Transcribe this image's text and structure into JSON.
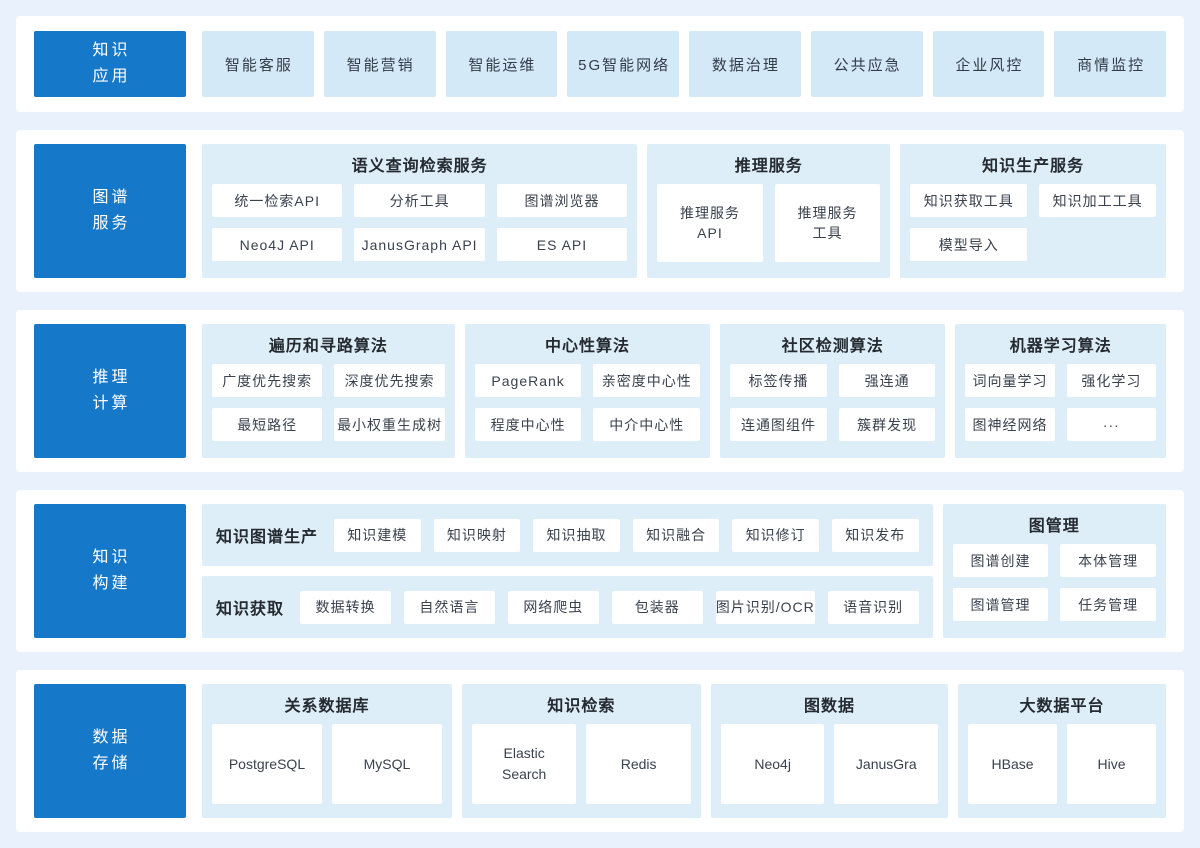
{
  "colors": {
    "page_bg": "#e9f2fc",
    "band_bg": "#ffffff",
    "accent_blue": "#1678c8",
    "tile_blue": "#d4e9f8",
    "group_blue": "#ddeef9",
    "text_dark": "#3a424e"
  },
  "band1": {
    "label1": "知识",
    "label2": "应用",
    "tiles": [
      "智能客服",
      "智能营销",
      "智能运维",
      "5G智能网络",
      "数据治理",
      "公共应急",
      "企业风控",
      "商情监控"
    ]
  },
  "band2": {
    "label1": "图谱",
    "label2": "服务",
    "g1": {
      "title": "语义查询检索服务",
      "b1": "统一检索API",
      "b2": "分析工具",
      "b3": "图谱浏览器",
      "b4": "Neo4J API",
      "b5": "JanusGraph API",
      "b6": "ES API"
    },
    "g2": {
      "title": "推理服务",
      "b1a": "推理服务",
      "b1b": "API",
      "b2a": "推理服务",
      "b2b": "工具"
    },
    "g3": {
      "title": "知识生产服务",
      "b1": "知识获取工具",
      "b2": "知识加工工具",
      "b3": "模型导入"
    }
  },
  "band3": {
    "label1": "推理",
    "label2": "计算",
    "g1": {
      "title": "遍历和寻路算法",
      "b1": "广度优先搜索",
      "b2": "深度优先搜索",
      "b3": "最短路径",
      "b4": "最小权重生成树"
    },
    "g2": {
      "title": "中心性算法",
      "b1": "PageRank",
      "b2": "亲密度中心性",
      "b3": "程度中心性",
      "b4": "中介中心性"
    },
    "g3": {
      "title": "社区检测算法",
      "b1": "标签传播",
      "b2": "强连通",
      "b3": "连通图组件",
      "b4": "簇群发现"
    },
    "g4": {
      "title": "机器学习算法",
      "b1": "词向量学习",
      "b2": "强化学习",
      "b3": "图神经网络",
      "b4": "···"
    }
  },
  "band4": {
    "label1": "知识",
    "label2": "构建",
    "row1": {
      "title": "知识图谱生产",
      "b1": "知识建模",
      "b2": "知识映射",
      "b3": "知识抽取",
      "b4": "知识融合",
      "b5": "知识修订",
      "b6": "知识发布"
    },
    "row2": {
      "title": "知识获取",
      "b1": "数据转换",
      "b2": "自然语言",
      "b3": "网络爬虫",
      "b4": "包装器",
      "b5": "图片识别/OCR",
      "b6": "语音识别"
    },
    "g3": {
      "title": "图管理",
      "b1": "图谱创建",
      "b2": "本体管理",
      "b3": "图谱管理",
      "b4": "任务管理"
    }
  },
  "band5": {
    "label1": "数据",
    "label2": "存储",
    "g1": {
      "title": "关系数据库",
      "b1": "PostgreSQL",
      "b2": "MySQL"
    },
    "g2": {
      "title": "知识检索",
      "b1": "Elastic Search",
      "b2": "Redis"
    },
    "g3": {
      "title": "图数据",
      "b1": "Neo4j",
      "b2": "JanusGra"
    },
    "g4": {
      "title": "大数据平台",
      "b1": "HBase",
      "b2": "Hive"
    }
  }
}
